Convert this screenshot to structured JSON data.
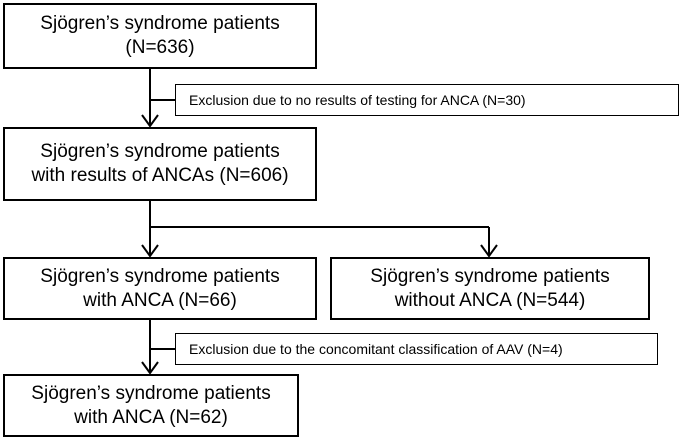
{
  "flowchart": {
    "box1": {
      "line1": "Sjögren’s syndrome patients",
      "line2": "(N=636)"
    },
    "exclusion1": {
      "text": "Exclusion due to no results of testing for ANCA (N=30)"
    },
    "box2": {
      "line1": "Sjögren’s syndrome patients",
      "line2": "with results of ANCAs (N=606)"
    },
    "box3": {
      "line1": "Sjögren’s syndrome patients",
      "line2": "with ANCA (N=66)"
    },
    "box4": {
      "line1": "Sjögren’s syndrome patients",
      "line2": "without ANCA (N=544)"
    },
    "exclusion2": {
      "text": "Exclusion due to the concomitant classification of AAV (N=4)"
    },
    "box5": {
      "line1": "Sjögren’s syndrome patients",
      "line2": "with ANCA (N=62)"
    }
  },
  "colors": {
    "line": "#000000",
    "background": "#ffffff"
  }
}
